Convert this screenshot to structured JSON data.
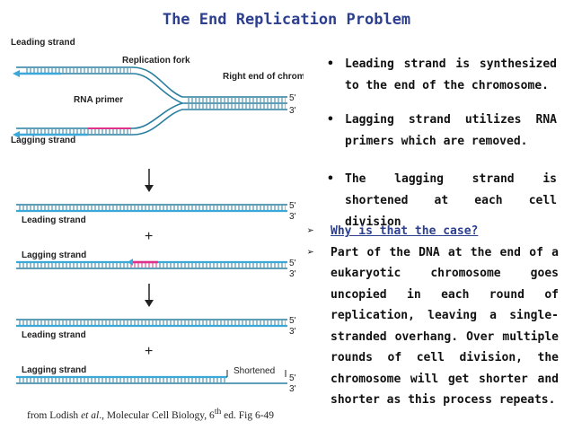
{
  "title": "The End Replication Problem",
  "diagram": {
    "leading_strand": "Leading strand",
    "replication_fork": "Replication fork",
    "right_end": "Right end of chromosome",
    "rna_primer": "RNA primer",
    "lagging_strand": "Lagging strand",
    "five_prime": "5'",
    "three_prime": "3'",
    "plus": "+",
    "shortened": "Shortened",
    "colors": {
      "strand": "#2a7fa0",
      "primer": "#e0308a",
      "arrow": "#3aa8d8"
    },
    "icons": [
      "down-arrow-icon",
      "plus-icon"
    ]
  },
  "caption": {
    "pre": "from Lodish ",
    "italic": "et al",
    "mid": "., Molecular Cell Biology, 6",
    "sup": "th",
    "post": " ed. Fig 6-49"
  },
  "bullets": [
    "Leading strand is synthesized to the end of the chromosome.",
    "Lagging strand utilizes RNA primers which are removed.",
    "The lagging strand is shortened at each cell division"
  ],
  "arrow_points": {
    "question": "Why is that the case?",
    "answer": "Part of the DNA at the end of a eukaryotic chromosome goes uncopied in each round of replication, leaving a single-stranded overhang. Over multiple rounds of cell division, the chromosome will get shorter and shorter as this process repeats."
  }
}
